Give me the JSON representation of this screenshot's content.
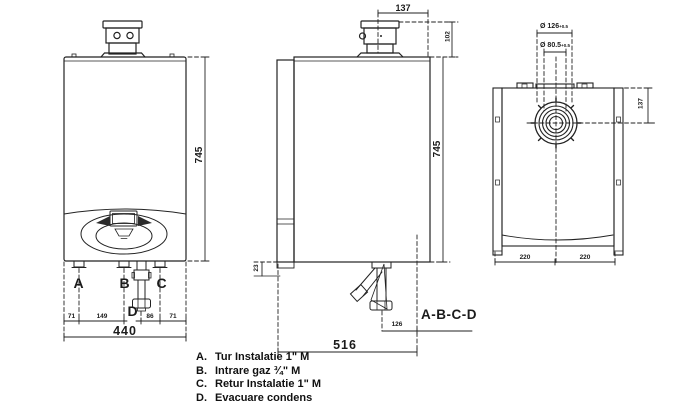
{
  "page": {
    "background": "#ffffff",
    "line_color": "#222222"
  },
  "front_view": {
    "dim_height": "745",
    "dim_total_width": "440",
    "dim_seg_1": "71",
    "dim_seg_2": "149",
    "dim_seg_3": "86",
    "dim_seg_4": "71",
    "label_a": "A",
    "label_b": "B",
    "label_c": "C",
    "label_d": "D"
  },
  "side_view": {
    "dim_flue_offset": "137",
    "dim_flue_height": "102",
    "dim_height": "745",
    "dim_bracket": "23",
    "dim_depth": "516",
    "dim_condens_offset": "126",
    "section_label": "A-B-C-D"
  },
  "top_view": {
    "dim_flue_outer": "Ø 126",
    "dim_flue_outer_sup": "+0.5",
    "dim_flue_inner": "Ø 80.5",
    "dim_flue_inner_sup": "+0.5",
    "dim_flue_depth": "137",
    "dim_width_left": "220",
    "dim_width_right": "220"
  },
  "legend": {
    "items": [
      {
        "key": "A.",
        "label": "Tur Instalatie 1\" M"
      },
      {
        "key": "B.",
        "label": "Intrare gaz ¾\" M"
      },
      {
        "key": "C.",
        "label": "Retur Instalatie 1\" M"
      },
      {
        "key": "D.",
        "label": "Evacuare condens"
      }
    ]
  }
}
